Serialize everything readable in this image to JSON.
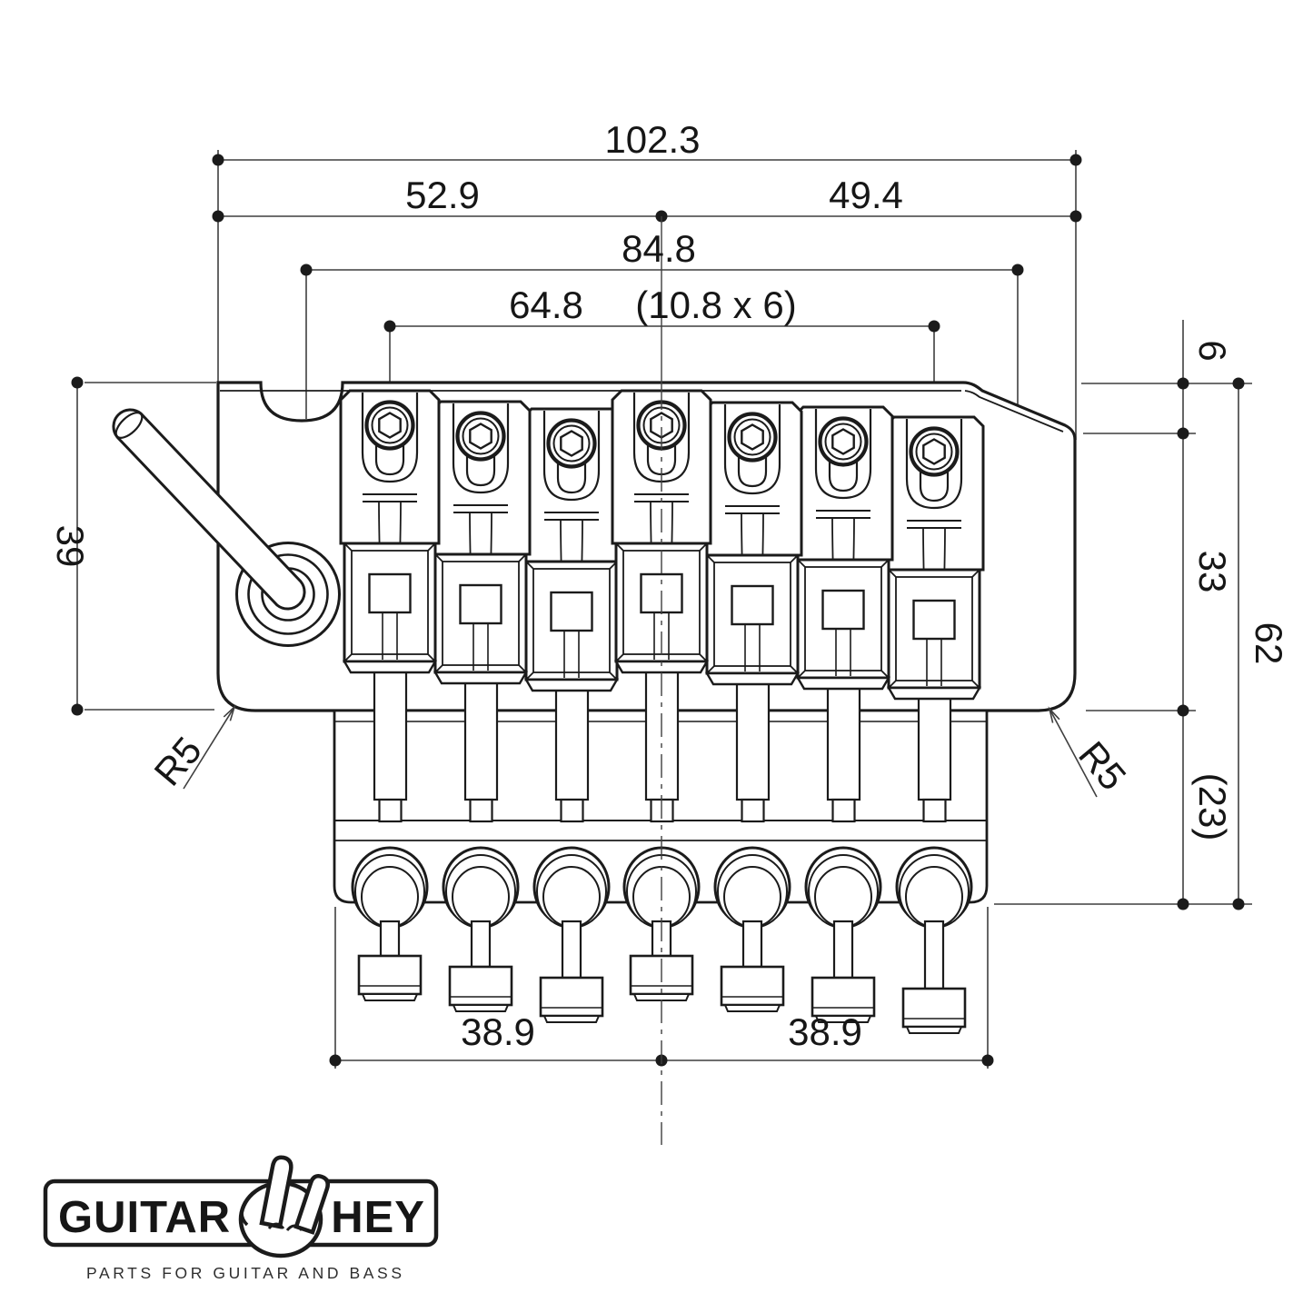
{
  "drawing": {
    "type": "technical-dimension-drawing",
    "subject": "7-string double-locking tremolo bridge, front view",
    "string_count": 7,
    "dims": {
      "overall_width": "102.3",
      "left_half": "52.9",
      "right_half": "49.4",
      "outer_span": "84.8",
      "string_spread": "64.8",
      "string_pitch": "(10.8 x 6)",
      "top_offset": "6",
      "mid_height": "33",
      "total_height": "62",
      "lower_depth": "(23)",
      "left_height": "39",
      "tuner_span_left": "38.9",
      "tuner_span_right": "38.9",
      "radius_left": "R5",
      "radius_right": "R5"
    }
  },
  "logo": {
    "brand_left": "GUITAR",
    "brand_right": "HEY",
    "icon": "rock-hand-icon",
    "tagline": "PARTS FOR GUITAR AND BASS"
  },
  "colors": {
    "background": "#ffffff",
    "part_line": "#1b1b1b",
    "dimension_line": "#3f3f3f",
    "text": "#161616"
  }
}
